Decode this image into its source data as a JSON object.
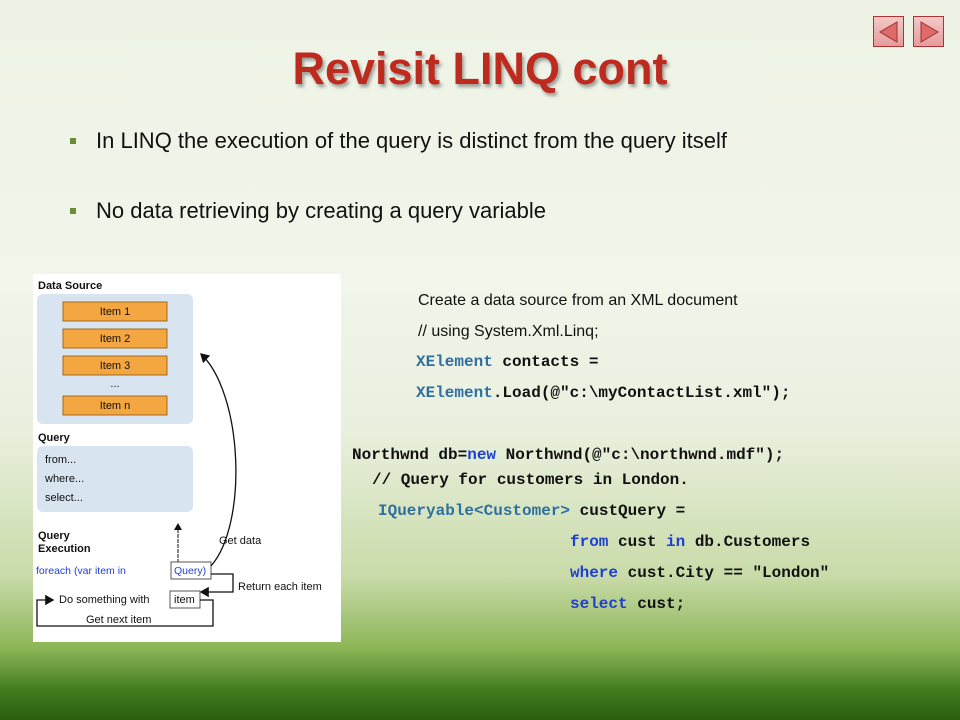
{
  "slide": {
    "title": "Revisit LINQ cont",
    "bullets": [
      "In LINQ the execution of the query is distinct from the query itself",
      "No data retrieving by creating a query variable"
    ]
  },
  "diagram": {
    "data_source_label": "Data Source",
    "items": [
      "Item 1",
      "Item 2",
      "Item 3",
      "...",
      "Item n"
    ],
    "query_label": "Query",
    "query_lines": [
      "from...",
      "where...",
      "select..."
    ],
    "execution_label_1": "Query",
    "execution_label_2": "Execution",
    "foreach_prefix": "foreach (var item in ",
    "foreach_query": "Query)",
    "get_data": "Get data",
    "return_each": "Return each item",
    "do_something": "Do something with",
    "item_box": "item",
    "get_next": "Get next item"
  },
  "code": {
    "line1": "Create a data source from an XML document",
    "line2": "// using System.Xml.Linq;",
    "line3_type": "XElement",
    "line3_rest": " contacts =",
    "line4_type": "XElement",
    "line4_rest": ".Load(@\"c:\\myContactList.xml\");",
    "line5_a": "Northwnd db=",
    "line5_kw": "new",
    "line5_b": " Northwnd(@\"c:\\northwnd.mdf\");",
    "line6": "// Query for customers in London.",
    "line7_type": "IQueryable<Customer>",
    "line7_rest": " custQuery =",
    "line8_kw1": "from",
    "line8_a": " cust ",
    "line8_kw2": "in",
    "line8_b": " db.Customers",
    "line9_kw": "where",
    "line9_rest": " cust.City == \"London\"",
    "line10_kw": "select",
    "line10_rest": " cust;"
  },
  "colors": {
    "title": "#bf2a1f",
    "keyword": "#1f3fd0",
    "type": "#2f6f9f",
    "item_box": "#f4a640"
  }
}
